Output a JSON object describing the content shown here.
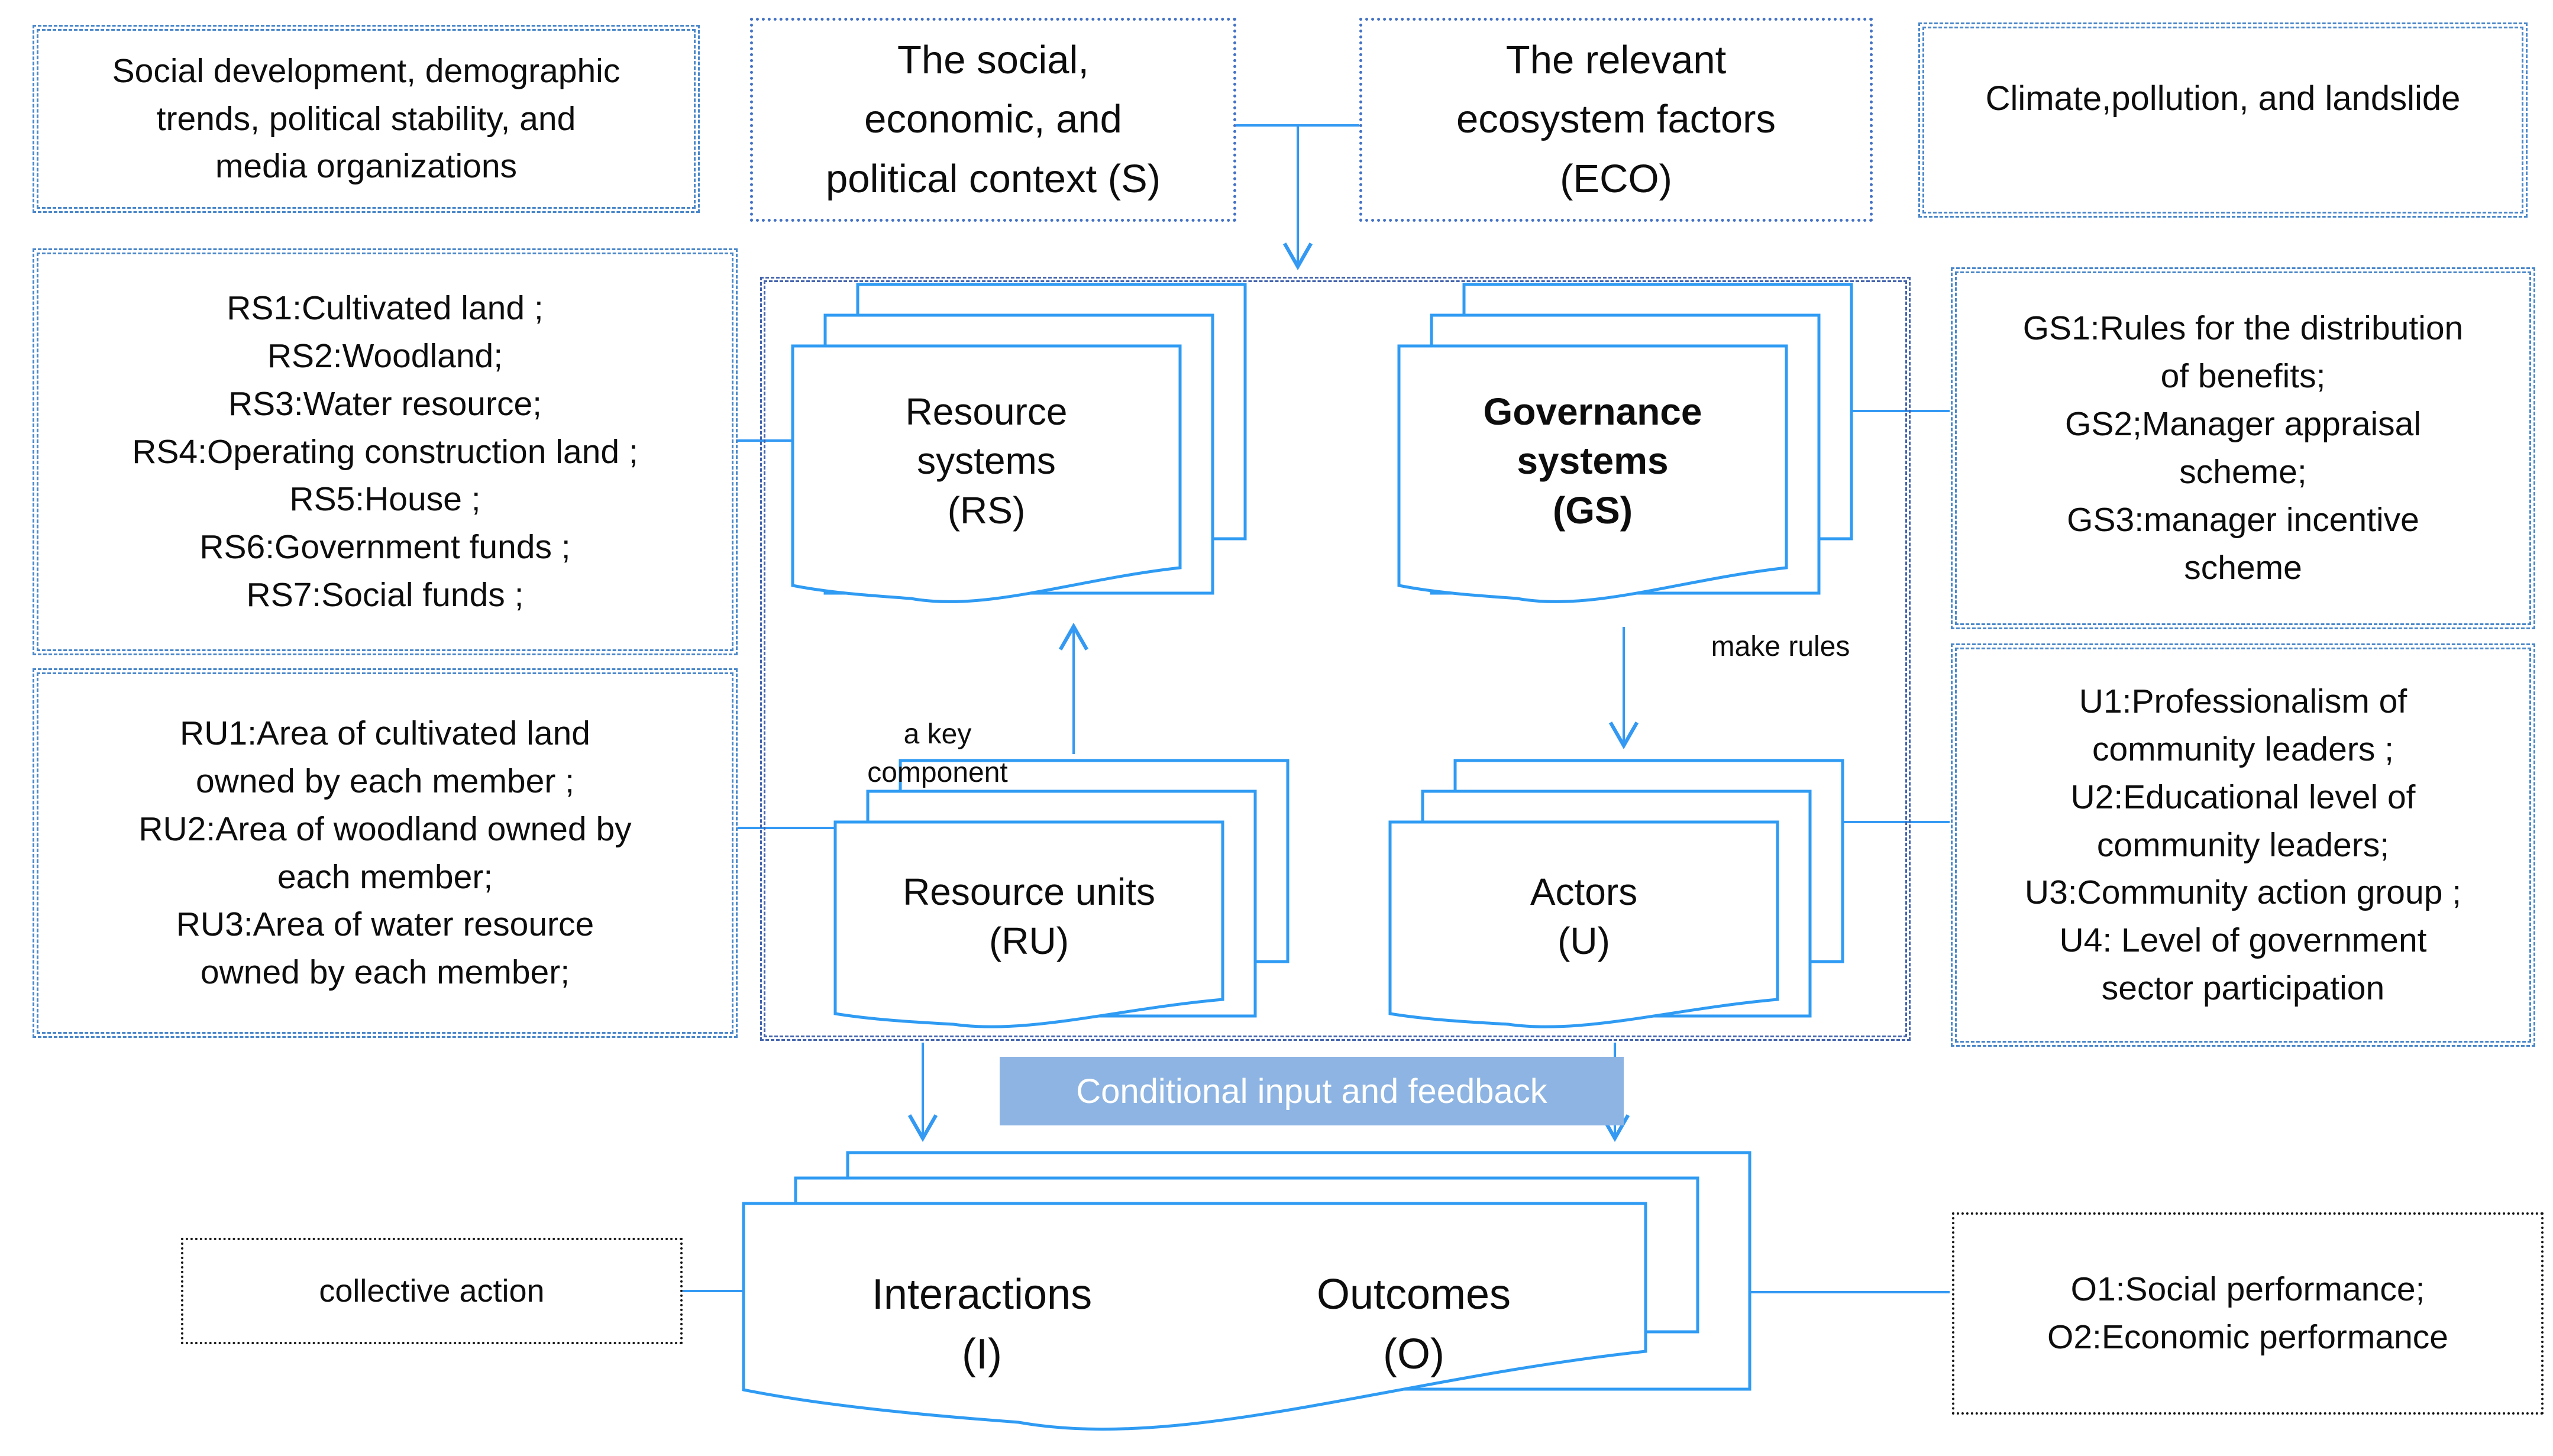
{
  "colors": {
    "shape_stroke": "#2f9bf3",
    "connector": "#3399f3",
    "list_border": "#4a87c9",
    "dotted_border": "#4472c4",
    "central_border": "#4464ad",
    "black_border": "#151515",
    "band_fill": "#8db4e2",
    "band_text": "#ffffff"
  },
  "top": {
    "context_factors": "Social development, demographic\ntrends, political stability, and\nmedia organizations",
    "s_box": "The social,\neconomic, and\npolitical context (S)",
    "eco_box": "The relevant\necosystem factors\n(ECO)",
    "eco_factors": "Climate,pollution, and landslide"
  },
  "left": {
    "rs_list": "RS1:Cultivated land ;\nRS2:Woodland;\nRS3:Water resource;\nRS4:Operating construction land ;\nRS5:House ;\nRS6:Government funds ;\nRS7:Social funds ;",
    "ru_list": "RU1:Area of cultivated land\nowned by each member ;\nRU2:Area of woodland owned by\neach member;\nRU3:Area of water resource\nowned by each member;"
  },
  "right": {
    "gs_list": "GS1:Rules for the distribution\nof benefits;\nGS2;Manager appraisal\nscheme;\nGS3:manager incentive\nscheme",
    "u_list": "U1:Professionalism of\ncommunity leaders ;\nU2:Educational level of\ncommunity leaders;\nU3:Community action group ;\nU4:  Level of government\nsector participation",
    "o_list": "O1:Social performance;\nO2:Economic performance"
  },
  "core": {
    "resource_systems": "Resource\nsystems\n(RS)",
    "governance_systems": "Governance\nsystems\n(GS)",
    "resource_units": "Resource units\n(RU)",
    "actors": "Actors\n(U)",
    "key_component_label": "a key\ncomponent",
    "make_rules_label": "make rules"
  },
  "bottom": {
    "band_label": "Conditional input and feedback",
    "collective_action": "collective action",
    "interactions": "Interactions\n(I)",
    "outcomes": "Outcomes\n(O)"
  }
}
